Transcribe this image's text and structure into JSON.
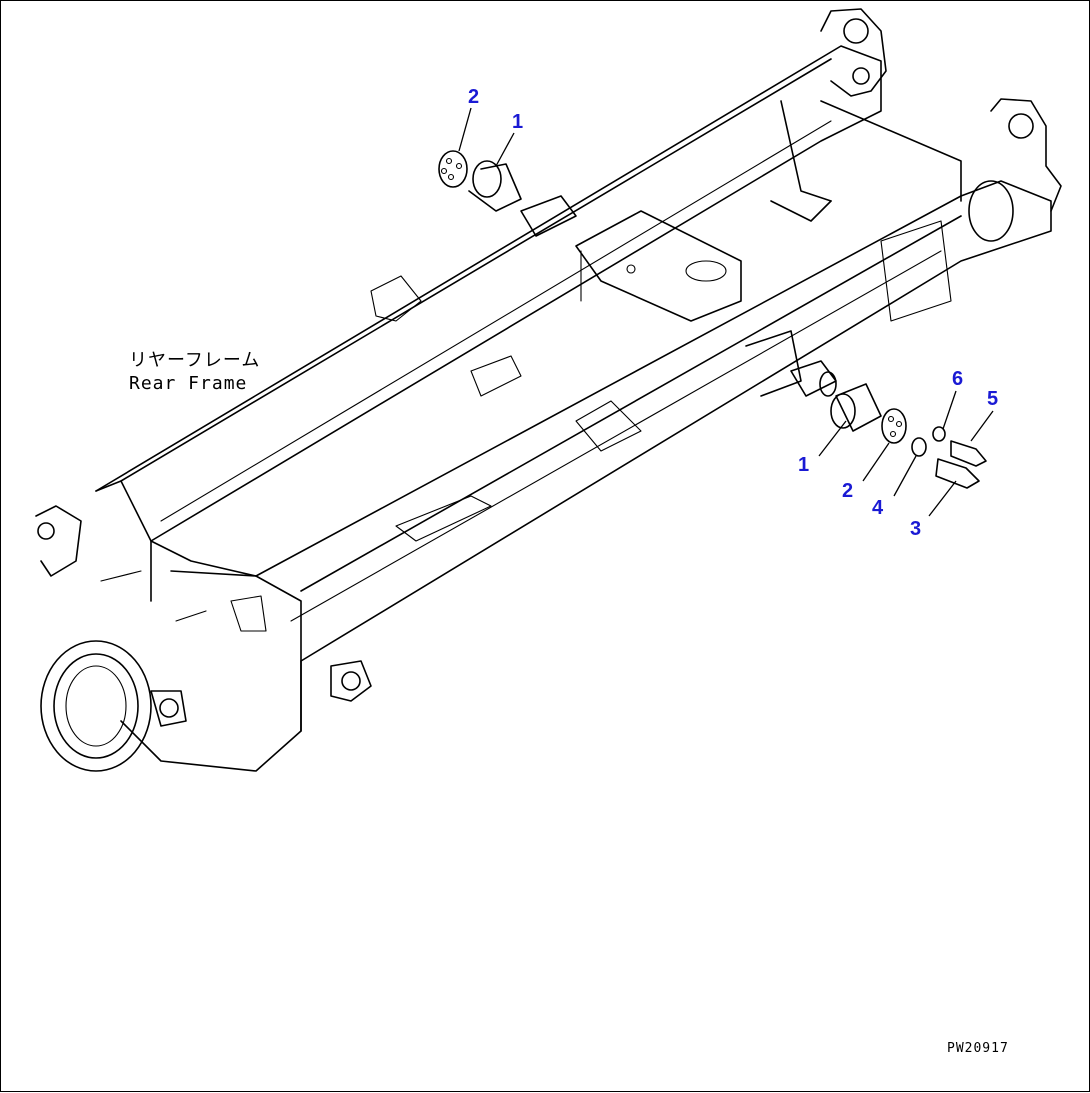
{
  "diagram": {
    "frame_label_jp": "リヤーフレーム",
    "frame_label_en": "Rear Frame",
    "drawing_code": "PW20917",
    "callout_color": "#1a1ad4"
  },
  "callouts": {
    "upper_cap": "2",
    "upper_bushing": "1",
    "lower_bushing": "1",
    "lower_cap": "2",
    "washer": "4",
    "bolt_long": "3",
    "bolt_short": "5",
    "small_washer": "6"
  }
}
